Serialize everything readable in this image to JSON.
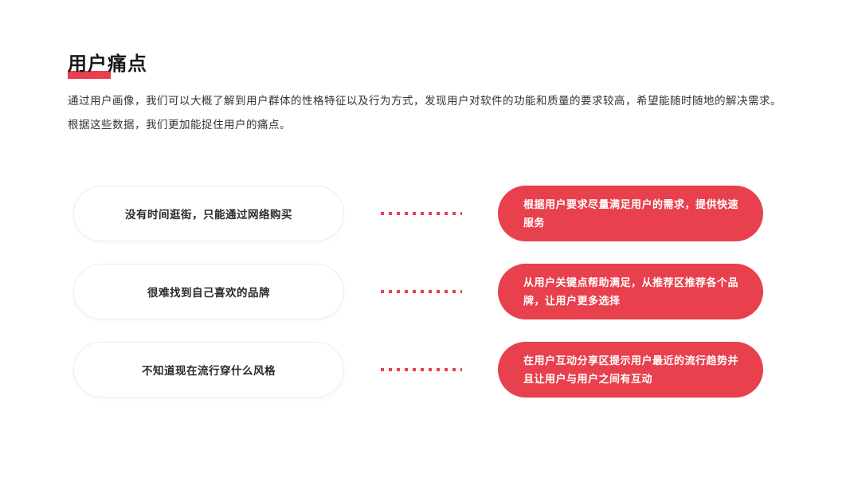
{
  "slide": {
    "title": "用户痛点",
    "intro": "通过用户画像，我们可以大概了解到用户群体的性格特征以及行为方式，发现用户对软件的功能和质量的要求较高，希望能随时随地的解决需求。根据这些数据，我们更加能捉住用户的痛点。",
    "accent_color": "#e8404d",
    "rows": [
      {
        "pain": "没有时间逛街，只能通过网络购买",
        "solution": "根据用户要求尽量满足用户的需求，提供快速服务"
      },
      {
        "pain": "很难找到自己喜欢的品牌",
        "solution": "从用户关键点帮助满足，从推荐区推荐各个品牌，让用户更多选择"
      },
      {
        "pain": "不知道现在流行穿什么风格",
        "solution": "在用户互动分享区提示用户最近的流行趋势并且让用户与用户之间有互动"
      }
    ]
  }
}
